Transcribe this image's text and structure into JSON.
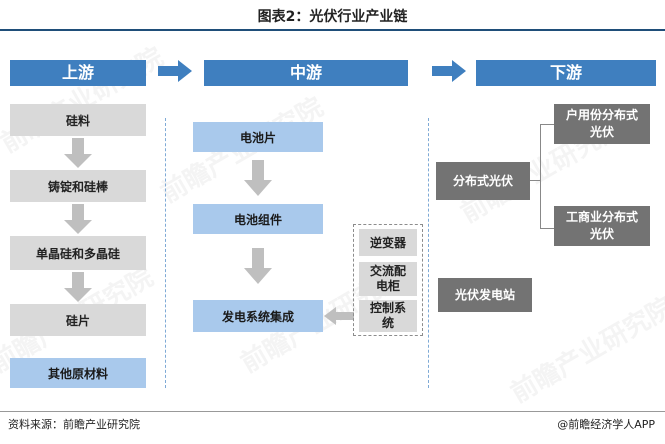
{
  "title": "图表2：光伏行业产业链",
  "upstream": {
    "header": "上游",
    "items": [
      "硅料",
      "铸锭和硅棒",
      "单晶硅和多晶硅",
      "硅片"
    ],
    "other": "其他原材料"
  },
  "midstream": {
    "header": "中游",
    "items": [
      "电池片",
      "电池组件",
      "发电系统集成"
    ],
    "components": [
      "逆变器",
      "交流配电柜",
      "控制系统"
    ]
  },
  "downstream": {
    "header": "下游",
    "distributed": "分布式光伏",
    "distributed_types": [
      "户用份分布式光伏",
      "工商业分布式光伏"
    ],
    "station": "光伏发电站"
  },
  "footer": {
    "source": "资料来源：前瞻产业研究院",
    "brand": "@前瞻经济学人APP"
  },
  "watermark": "前瞻产业研究院",
  "colors": {
    "header": "#3f7fbf",
    "arrow": "#3f7fbf",
    "gray": "#d9d9d9",
    "light_blue": "#a9c9ec",
    "dark_gray": "#737373"
  }
}
